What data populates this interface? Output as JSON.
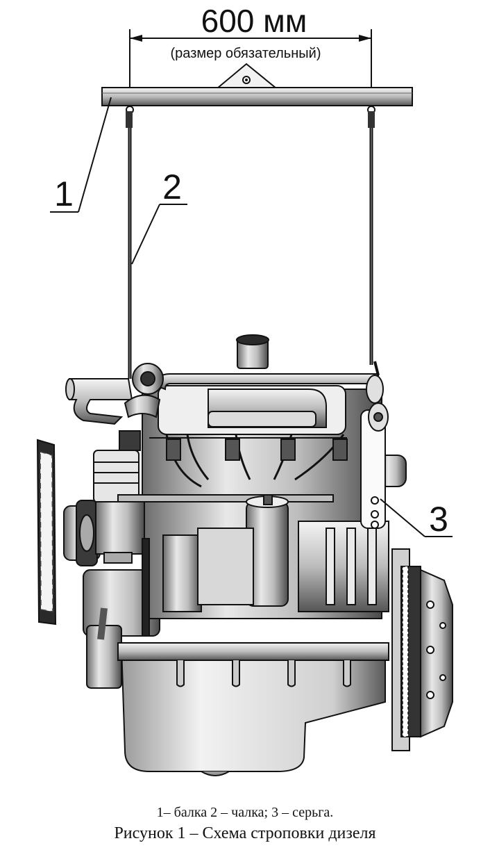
{
  "dimension": {
    "value": "600 мм",
    "note": "(размер обязательный)"
  },
  "callouts": [
    "1",
    "2",
    "3"
  ],
  "legend": "1– балка 2 – чалка; 3 – серьга.",
  "caption": "Рисунок 1 – Схема строповки дизеля"
}
